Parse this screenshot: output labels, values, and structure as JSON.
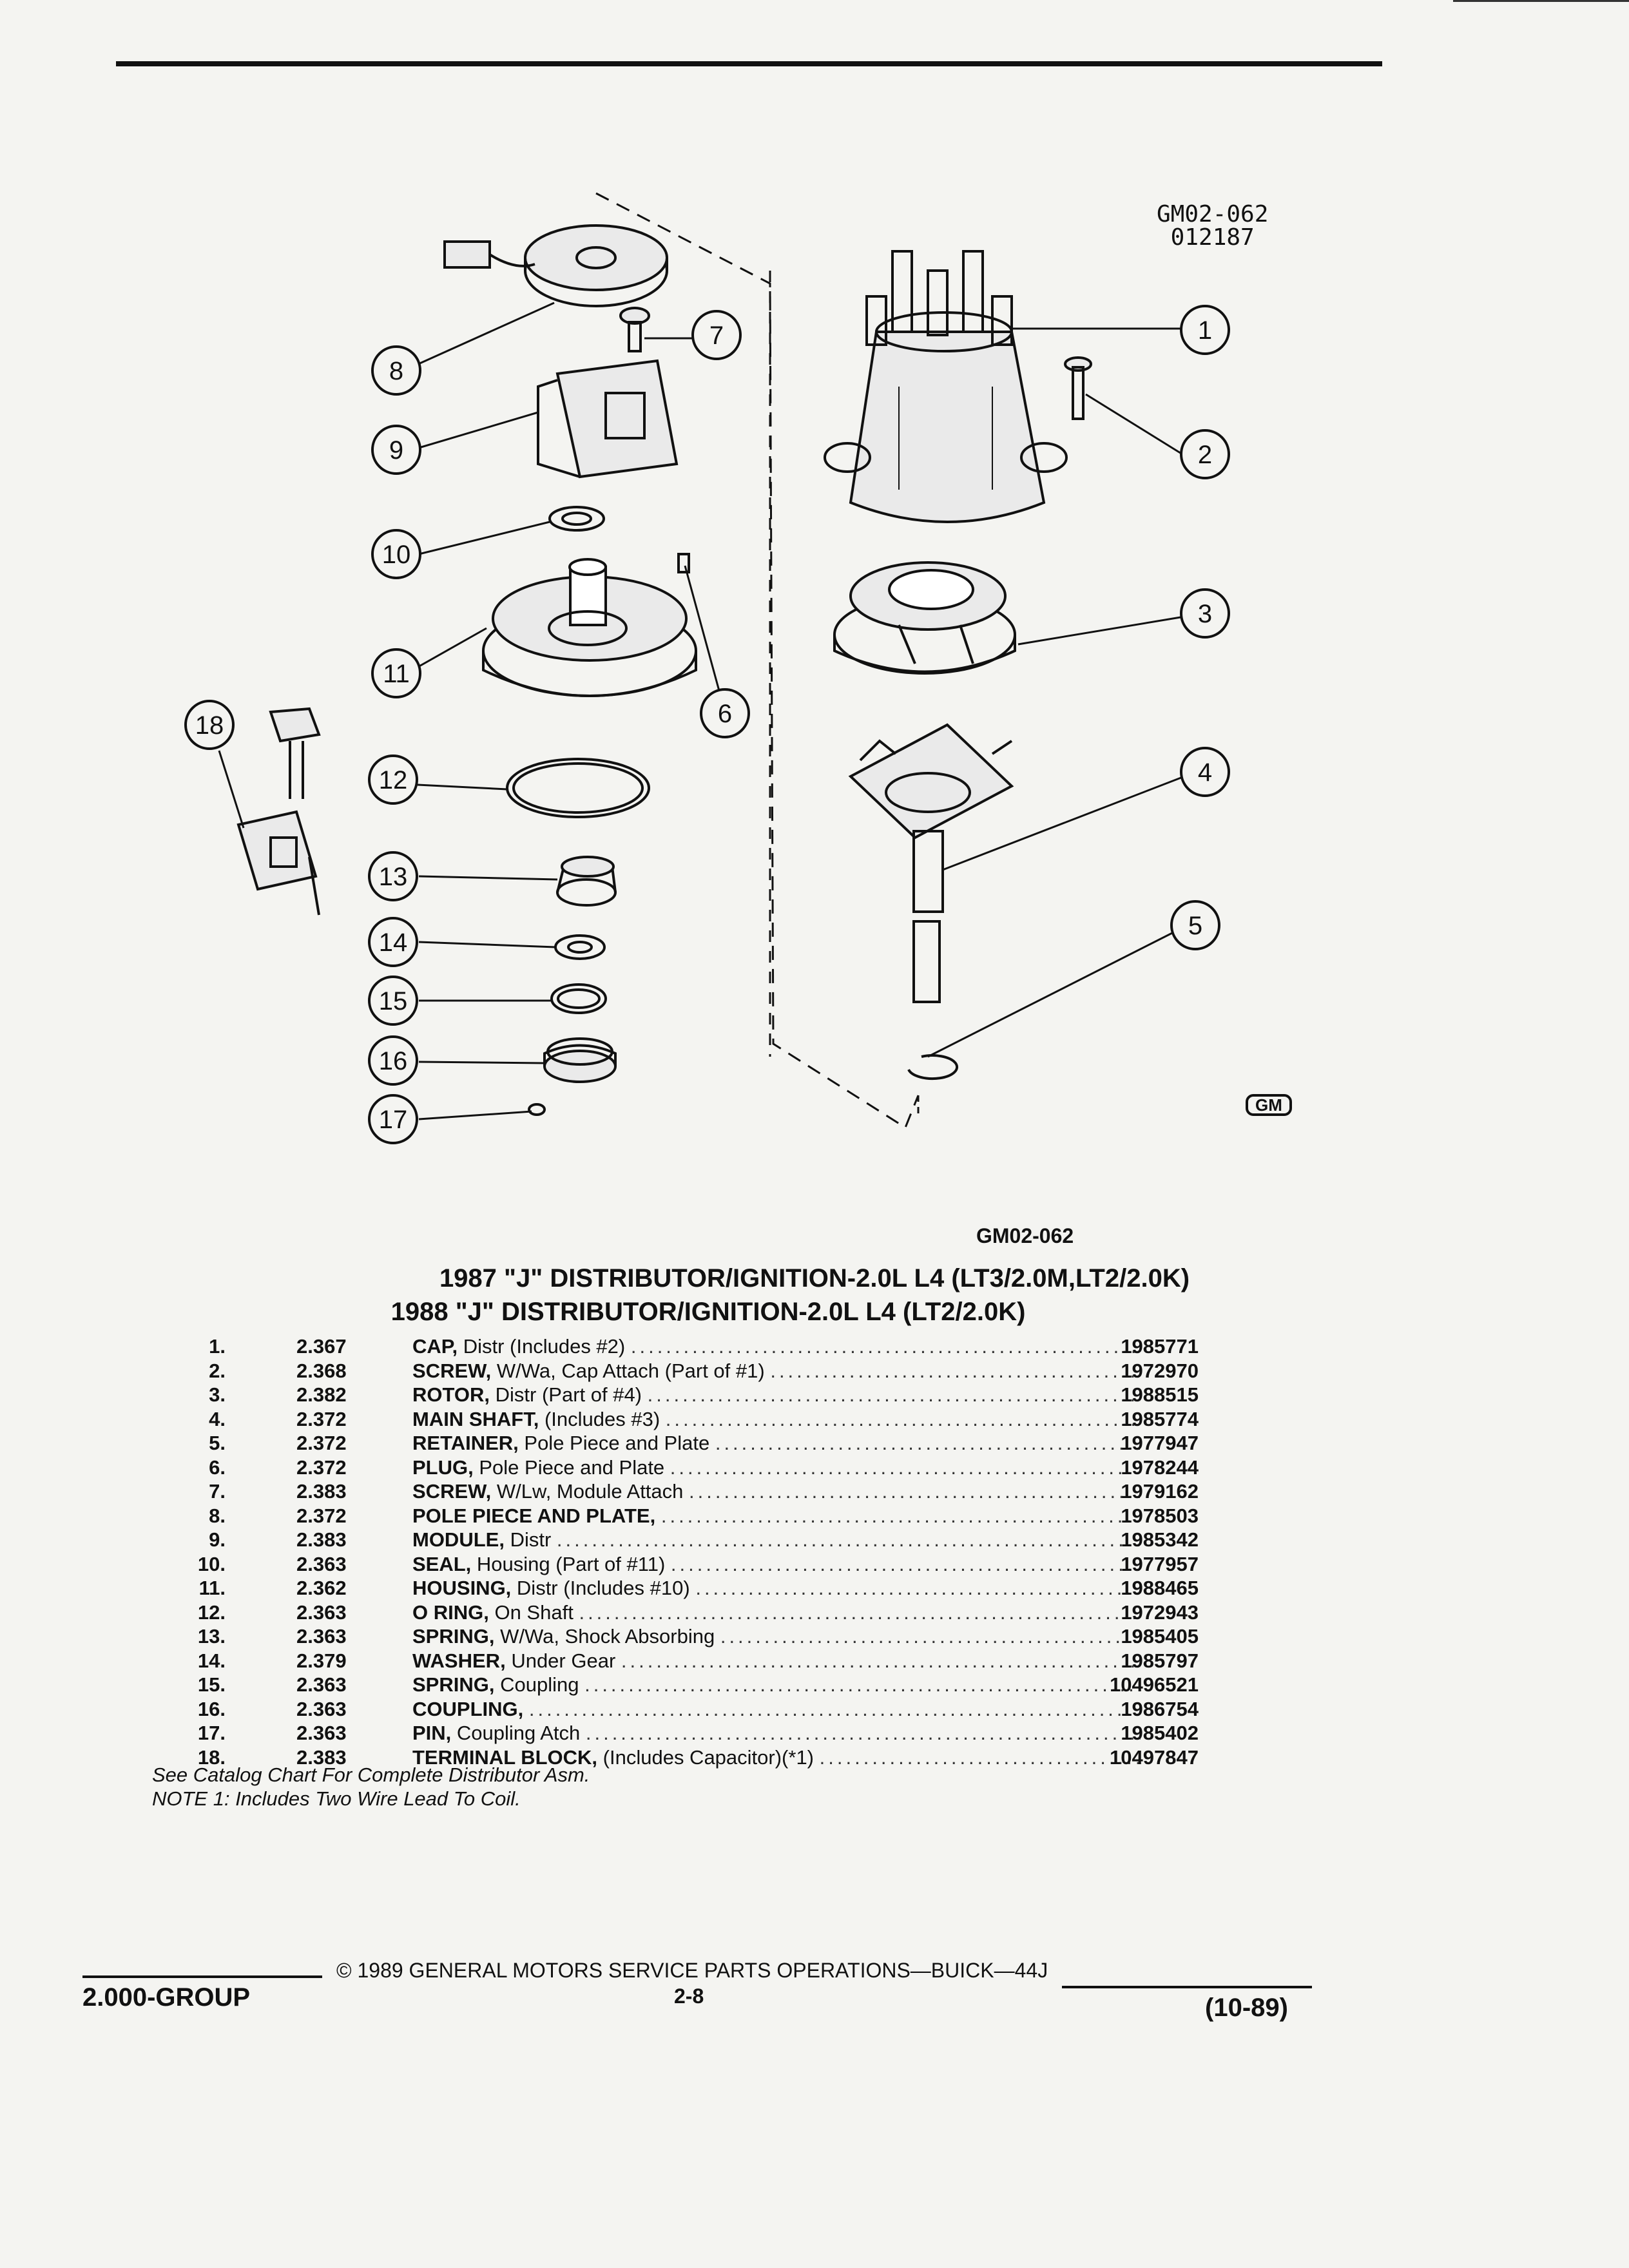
{
  "figure": {
    "code_lines": [
      "GM02-062",
      "012187"
    ],
    "callouts": [
      "1",
      "2",
      "3",
      "4",
      "5",
      "6",
      "7",
      "8",
      "9",
      "10",
      "11",
      "12",
      "13",
      "14",
      "15",
      "16",
      "17",
      "18"
    ],
    "logo_mark": "GM"
  },
  "reference_code": "GM02-062",
  "titles": [
    "1987 \"J\" DISTRIBUTOR/IGNITION-2.0L L4 (LT3/2.0M,LT2/2.0K)",
    "1988 \"J\" DISTRIBUTOR/IGNITION-2.0L L4 (LT2/2.0K)"
  ],
  "parts": [
    {
      "num": "1.",
      "group": "2.367",
      "name": "CAP,",
      "detail": "Distr (Includes #2)",
      "part_no": "1985771"
    },
    {
      "num": "2.",
      "group": "2.368",
      "name": "SCREW,",
      "detail": "W/Wa, Cap Attach (Part of #1)",
      "part_no": "1972970"
    },
    {
      "num": "3.",
      "group": "2.382",
      "name": "ROTOR,",
      "detail": "Distr (Part of #4)",
      "part_no": "1988515"
    },
    {
      "num": "4.",
      "group": "2.372",
      "name": "MAIN SHAFT,",
      "detail": "(Includes #3)",
      "part_no": "1985774"
    },
    {
      "num": "5.",
      "group": "2.372",
      "name": "RETAINER,",
      "detail": "Pole Piece and Plate",
      "part_no": "1977947"
    },
    {
      "num": "6.",
      "group": "2.372",
      "name": "PLUG,",
      "detail": "Pole Piece and Plate",
      "part_no": "1978244"
    },
    {
      "num": "7.",
      "group": "2.383",
      "name": "SCREW,",
      "detail": "W/Lw, Module Attach",
      "part_no": "1979162"
    },
    {
      "num": "8.",
      "group": "2.372",
      "name": "POLE PIECE AND PLATE,",
      "detail": "",
      "part_no": "1978503"
    },
    {
      "num": "9.",
      "group": "2.383",
      "name": "MODULE,",
      "detail": "Distr",
      "part_no": "1985342"
    },
    {
      "num": "10.",
      "group": "2.363",
      "name": "SEAL,",
      "detail": "Housing (Part of #11)",
      "part_no": "1977957"
    },
    {
      "num": "11.",
      "group": "2.362",
      "name": "HOUSING,",
      "detail": "Distr (Includes #10)",
      "part_no": "1988465"
    },
    {
      "num": "12.",
      "group": "2.363",
      "name": "O RING,",
      "detail": "On Shaft",
      "part_no": "1972943"
    },
    {
      "num": "13.",
      "group": "2.363",
      "name": "SPRING,",
      "detail": "W/Wa, Shock Absorbing",
      "part_no": "1985405"
    },
    {
      "num": "14.",
      "group": "2.379",
      "name": "WASHER,",
      "detail": "Under Gear",
      "part_no": "1985797"
    },
    {
      "num": "15.",
      "group": "2.363",
      "name": "SPRING,",
      "detail": "Coupling",
      "part_no": "10496521"
    },
    {
      "num": "16.",
      "group": "2.363",
      "name": "COUPLING,",
      "detail": "",
      "part_no": "1986754"
    },
    {
      "num": "17.",
      "group": "2.363",
      "name": "PIN,",
      "detail": "Coupling Atch",
      "part_no": "1985402"
    },
    {
      "num": "18.",
      "group": "2.383",
      "name": "TERMINAL BLOCK,",
      "detail": "(Includes Capacitor)(*1)",
      "part_no": "10497847"
    }
  ],
  "notes": [
    "See Catalog Chart For Complete Distributor Asm.",
    "NOTE 1: Includes Two Wire Lead To Coil."
  ],
  "footer": {
    "group_label": "2.000-GROUP",
    "copyright": "© 1989 GENERAL MOTORS SERVICE PARTS OPERATIONS—BUICK—44J",
    "page_number": "2-8",
    "date_code": "(10-89)"
  }
}
